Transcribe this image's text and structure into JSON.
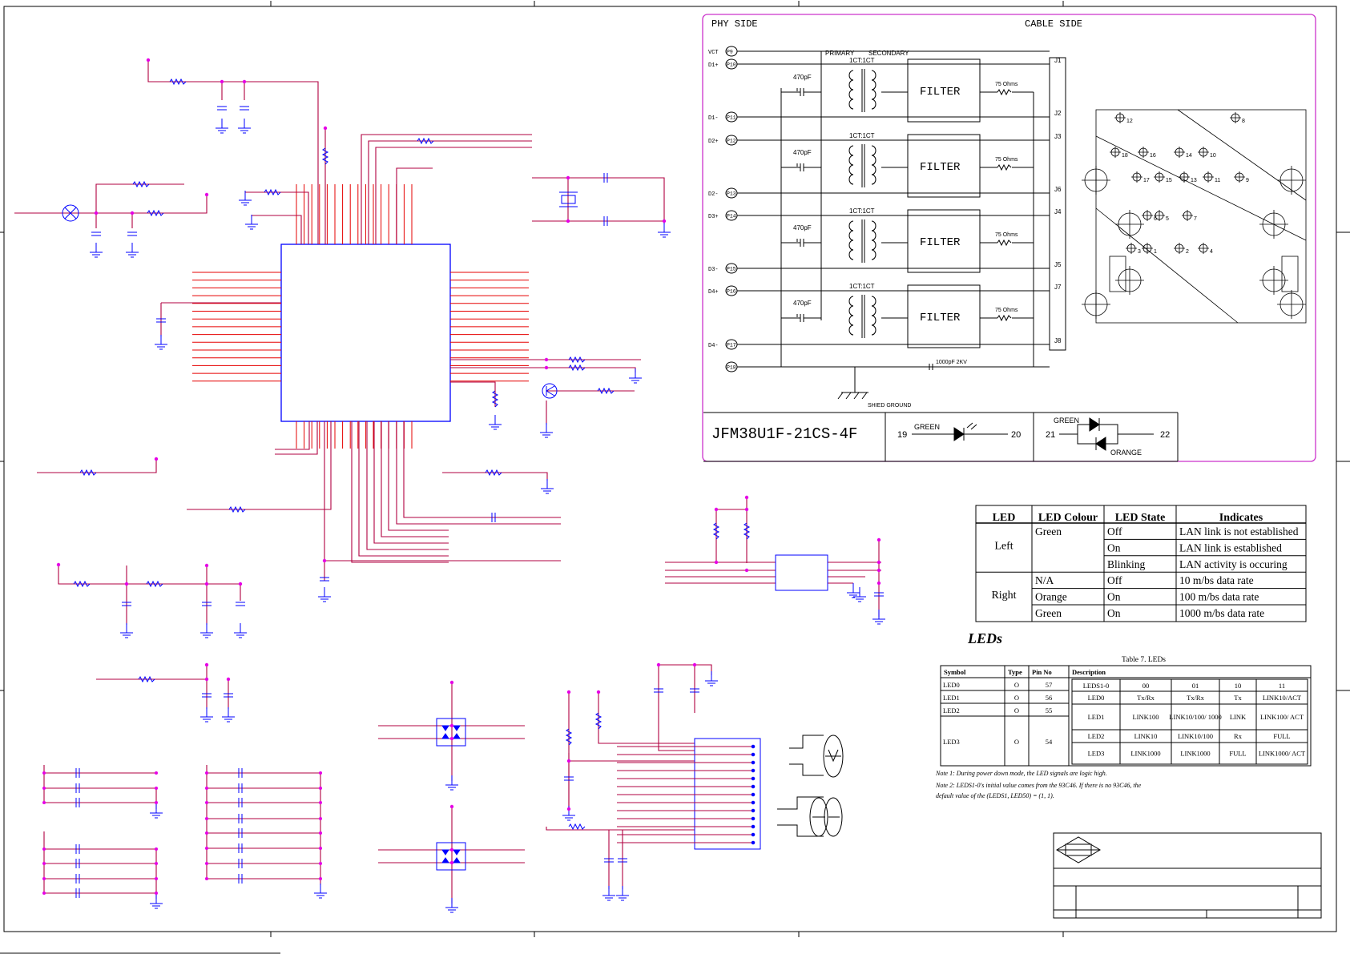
{
  "colors": {
    "wire": "#b00040",
    "pin": "#e60000",
    "node": "#e600e6",
    "part": "#0000ff",
    "module_border": "#cc33cc",
    "drawing": "#000000",
    "border": "#000000"
  },
  "module": {
    "phy_side": "PHY  SIDE",
    "cable_side": "CABLE  SIDE",
    "primary": "PRIMARY",
    "secondary": "SECONDARY",
    "ct_ratio": "1CT:1CT",
    "cap_label": "470pF",
    "res_label": "75  Ohms",
    "filter_label": "FILTER",
    "shield_cap": "1000pF  2KV",
    "shield_ground": "SHIED  GROUND",
    "part_number": "JFM38U1F-21CS-4F",
    "left_pins": [
      {
        "label": "VCT",
        "pin": "P9"
      },
      {
        "label": "D1+",
        "pin": "P10"
      },
      {
        "label": "D1-",
        "pin": "P11"
      },
      {
        "label": "D2+",
        "pin": "P12"
      },
      {
        "label": "D2-",
        "pin": "P13"
      },
      {
        "label": "D3+",
        "pin": "P14"
      },
      {
        "label": "D3-",
        "pin": "P15"
      },
      {
        "label": "D4+",
        "pin": "P16"
      },
      {
        "label": "D4-",
        "pin": "P17"
      },
      {
        "label": "",
        "pin": "P18"
      }
    ],
    "right_pins": [
      "J1",
      "J2",
      "J3",
      "J6",
      "J4",
      "J5",
      "J7",
      "J8"
    ],
    "led_green": {
      "label": "GREEN",
      "pin_a": "19",
      "pin_b": "20"
    },
    "led_bicolor": {
      "label_top": "GREEN",
      "label_bottom": "ORANGE",
      "pin_a": "21",
      "pin_b": "22"
    },
    "footprint_numbers": [
      "12",
      "16",
      "14",
      "10",
      "17",
      "15",
      "13",
      "11",
      "9",
      "18",
      "8",
      "6",
      "7",
      "5",
      "3",
      "1",
      "2",
      "4"
    ]
  },
  "led_table": {
    "headers": [
      "LED",
      "LED Colour",
      "LED State",
      "Indicates"
    ],
    "groups": [
      {
        "led": "Left",
        "rows": [
          {
            "colour": "Green",
            "state": "Off",
            "indicates": "LAN link is not established"
          },
          {
            "colour": "",
            "state": "On",
            "indicates": "LAN link is established"
          },
          {
            "colour": "",
            "state": "Blinking",
            "indicates": "LAN activity is occuring"
          }
        ]
      },
      {
        "led": "Right",
        "rows": [
          {
            "colour": "N/A",
            "state": "Off",
            "indicates": "10 m/bs data rate"
          },
          {
            "colour": "Orange",
            "state": "On",
            "indicates": "100 m/bs data rate"
          },
          {
            "colour": "Green",
            "state": "On",
            "indicates": "1000 m/bs data rate"
          }
        ]
      }
    ],
    "caption": "LEDs"
  },
  "table7": {
    "title": "Table 7.     LEDs",
    "headers": [
      "Symbol",
      "Type",
      "Pin No",
      "Description"
    ],
    "sub_headers": [
      "LEDS1-0",
      "00",
      "01",
      "10",
      "11"
    ],
    "symbols": [
      {
        "symbol": "LED0",
        "type": "O",
        "pin": "57"
      },
      {
        "symbol": "LED1",
        "type": "O",
        "pin": "56"
      },
      {
        "symbol": "LED2",
        "type": "O",
        "pin": "55"
      },
      {
        "symbol": "LED3",
        "type": "O",
        "pin": "54"
      }
    ],
    "desc_rows": [
      [
        "LED0",
        "Tx/Rx",
        "Tx/Rx",
        "Tx",
        "LINK10/ACT"
      ],
      [
        "LED1",
        "LINK100",
        "LINK10/100/ 1000",
        "LINK",
        "LINK100/ ACT"
      ],
      [
        "LED2",
        "LINK10",
        "LINK10/100",
        "Rx",
        "FULL"
      ],
      [
        "LED3",
        "LINK1000",
        "LINK1000",
        "FULL",
        "LINK1000/ ACT"
      ]
    ],
    "note1": "Note 1: During power down mode, the LED signals are logic high.",
    "note2a": "Note 2: LEDS1-0's initial value comes from the 93C46. If there is no 93C46, the",
    "note2b": "default value of the (LEDS1, LED50) = (1, 1)."
  }
}
